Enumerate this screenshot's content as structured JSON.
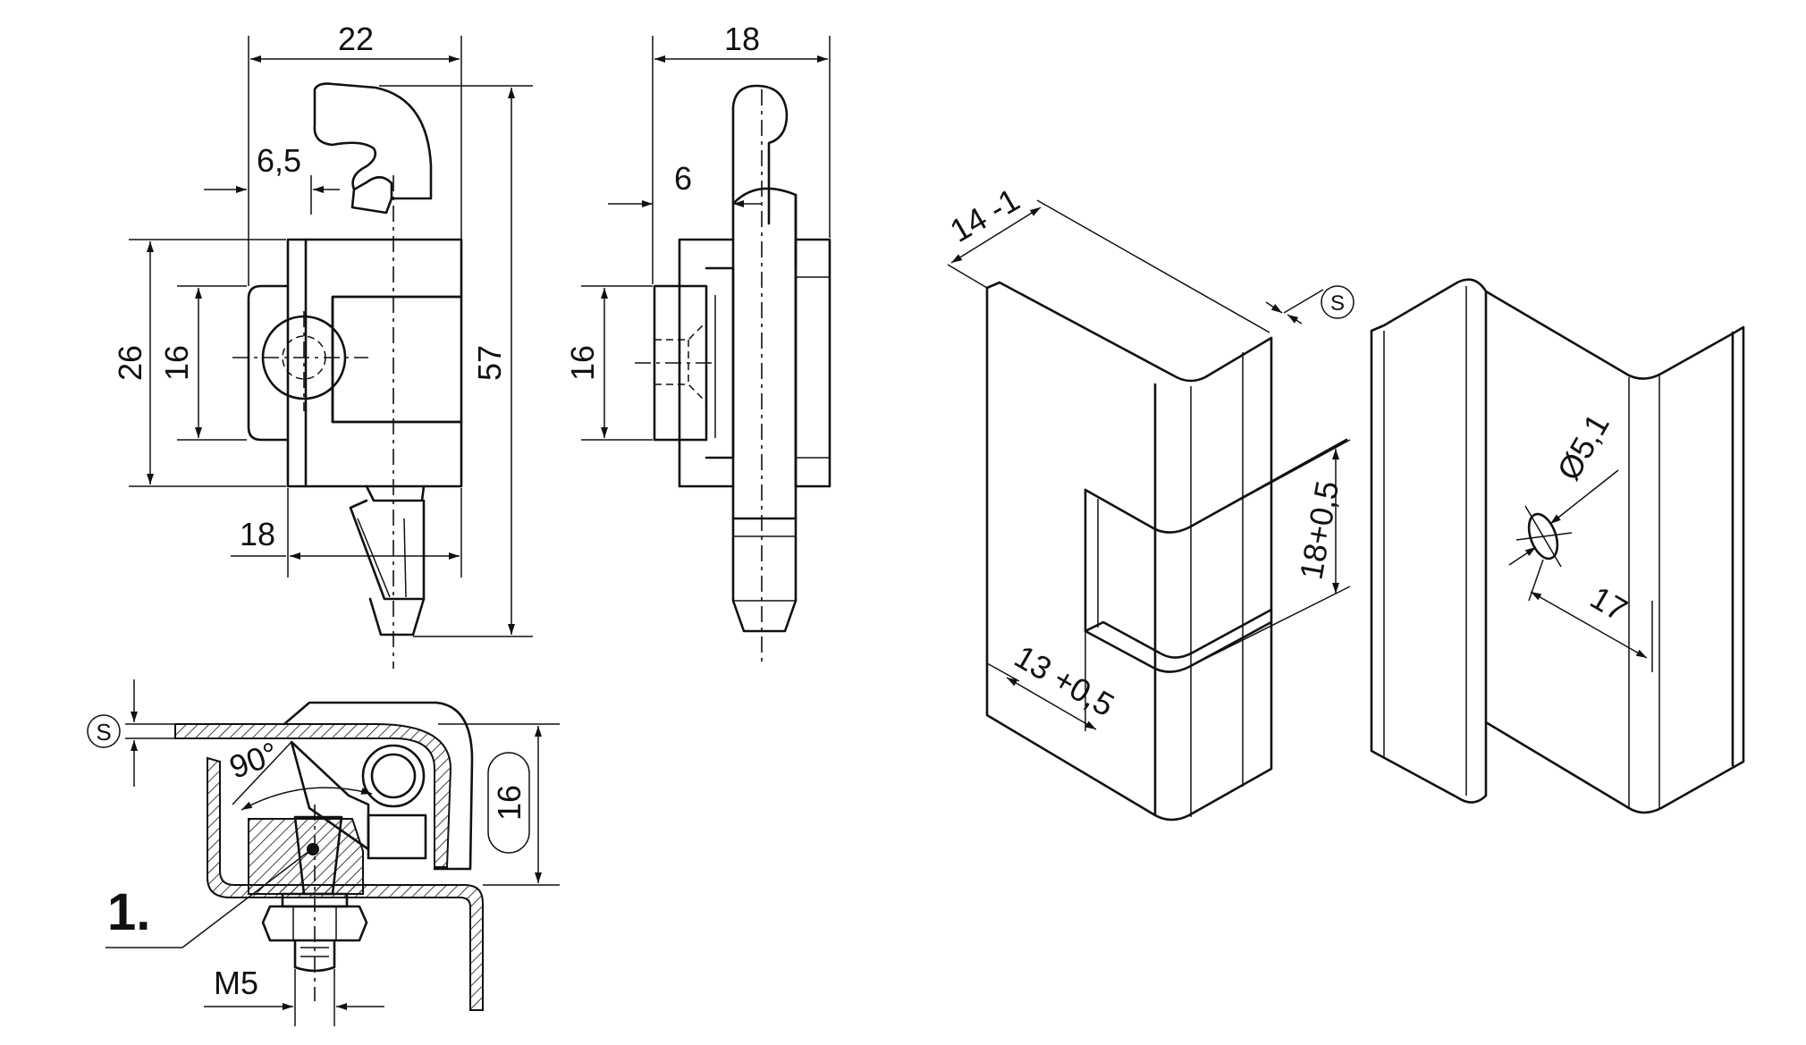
{
  "drawing": {
    "front_view": {
      "dim_width": "22",
      "dim_offset": "6,5",
      "dim_height_body": "26",
      "dim_height_inner": "16",
      "dim_height_total": "57",
      "dim_bottom": "18"
    },
    "side_view": {
      "dim_width": "18",
      "dim_offset": "6",
      "dim_height": "16"
    },
    "section_view": {
      "thickness_symbol": "S",
      "angle": "90°",
      "slot_dim": "16",
      "callout": "1.",
      "thread": "M5"
    },
    "cutout_view": {
      "dim_depth": "14  -1",
      "thickness_symbol": "S",
      "dim_slot_height": "18+0,5",
      "dim_slot_depth": "13 +0,5"
    },
    "hole_view": {
      "dim_hole": "Ø5,1",
      "dim_hole_offset": "17"
    }
  }
}
